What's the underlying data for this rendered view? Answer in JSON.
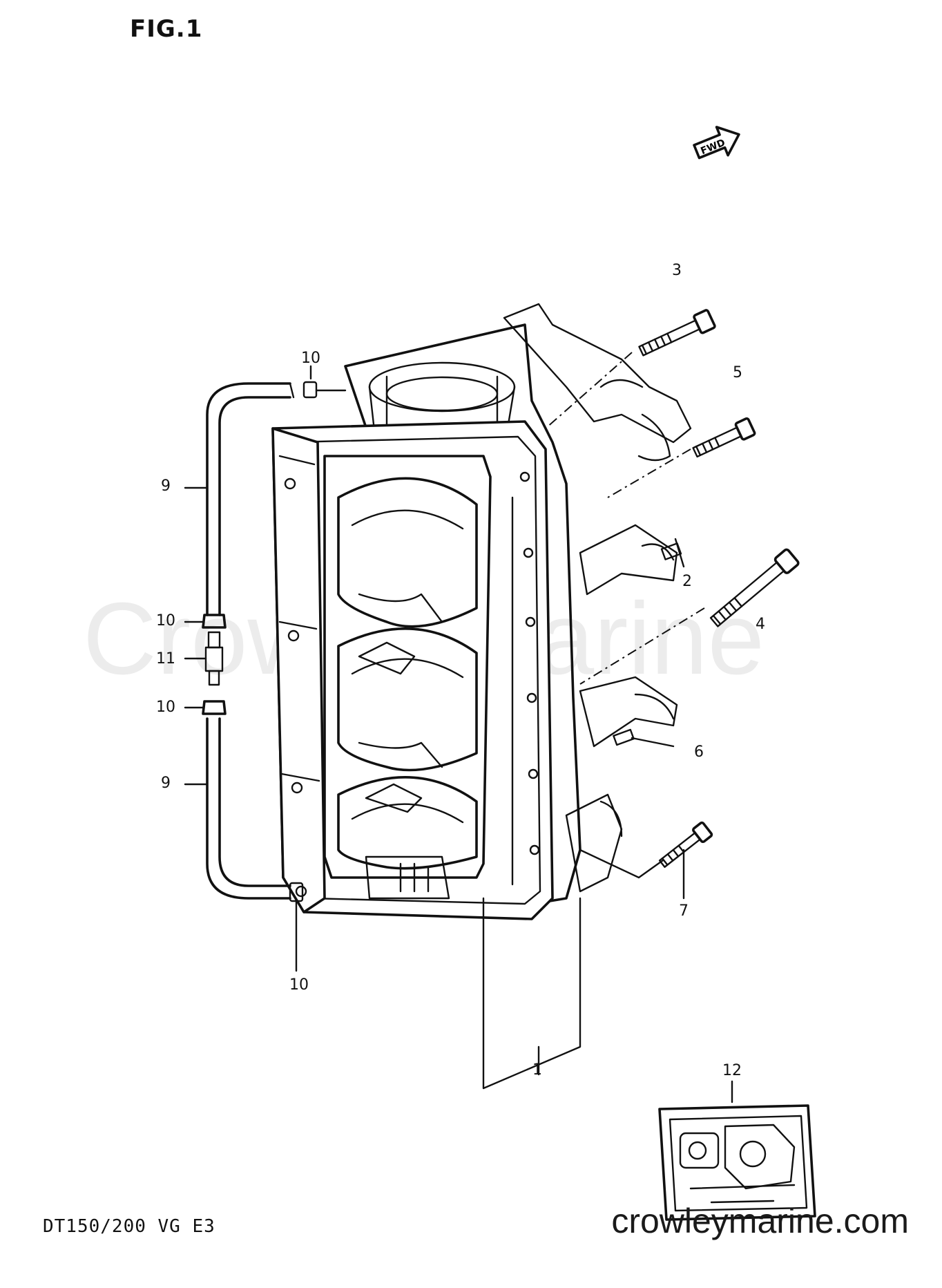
{
  "figure": {
    "title": "FIG.1",
    "direction_tag": "FWD",
    "model_code": "DT150/200 VG E3"
  },
  "watermark": {
    "text": "CrowleyMarine"
  },
  "footer": {
    "site": "crowleymarine.com"
  },
  "callouts": [
    {
      "id": "c-1",
      "label": "1"
    },
    {
      "id": "c-2",
      "label": "2"
    },
    {
      "id": "c-3",
      "label": "3"
    },
    {
      "id": "c-4",
      "label": "4"
    },
    {
      "id": "c-5",
      "label": "5"
    },
    {
      "id": "c-6",
      "label": "6"
    },
    {
      "id": "c-7",
      "label": "7"
    },
    {
      "id": "c-9a",
      "label": "9"
    },
    {
      "id": "c-9b",
      "label": "9"
    },
    {
      "id": "c-10a",
      "label": "10"
    },
    {
      "id": "c-10b",
      "label": "10"
    },
    {
      "id": "c-10c",
      "label": "10"
    },
    {
      "id": "c-10d",
      "label": "10"
    },
    {
      "id": "c-11",
      "label": "11"
    },
    {
      "id": "c-12",
      "label": "12"
    }
  ]
}
